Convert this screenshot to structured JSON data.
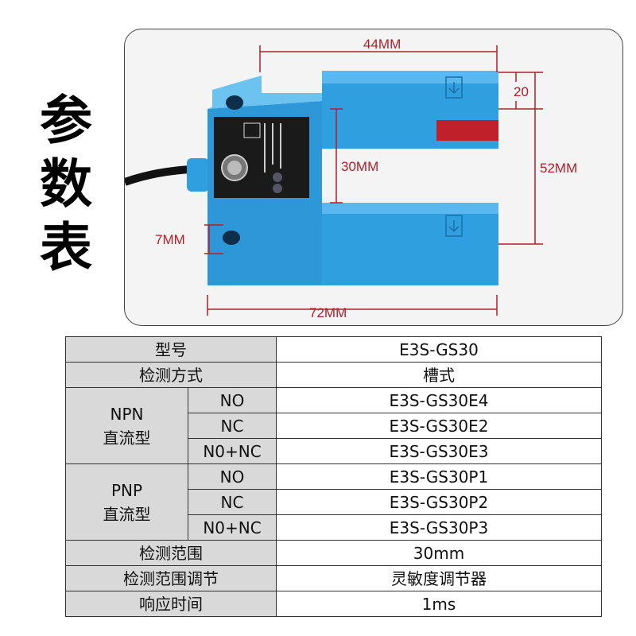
{
  "side_title": [
    "参",
    "数",
    "表"
  ],
  "dimensions": {
    "top_width": "44MM",
    "slot_depth_top": "20",
    "height": "52MM",
    "slot_depth": "30MM",
    "hole": "7MM",
    "total_width": "72MM"
  },
  "colors": {
    "sensor_blue": "#2f9fe0",
    "dimension_red": "#b0202a",
    "table_header_gray": "#d9d9d9"
  },
  "table": {
    "model_label": "型号",
    "model_value": "E3S-GS30",
    "method_label": "检测方式",
    "method_value": "槽式",
    "groups": [
      {
        "name_line1": "NPN",
        "name_line2": "直流型",
        "rows": [
          {
            "mode": "NO",
            "model": "E3S-GS30E4"
          },
          {
            "mode": "NC",
            "model": "E3S-GS30E2"
          },
          {
            "mode": "N0+NC",
            "model": "E3S-GS30E3"
          }
        ]
      },
      {
        "name_line1": "PNP",
        "name_line2": "直流型",
        "rows": [
          {
            "mode": "NO",
            "model": "E3S-GS30P1"
          },
          {
            "mode": "NC",
            "model": "E3S-GS30P2"
          },
          {
            "mode": "N0+NC",
            "model": "E3S-GS30P3"
          }
        ]
      }
    ],
    "range_label": "检测范围",
    "range_value": "30mm",
    "adjust_label": "检测范围调节",
    "adjust_value": "灵敏度调节器",
    "response_label": "响应时间",
    "response_value": "1ms"
  }
}
